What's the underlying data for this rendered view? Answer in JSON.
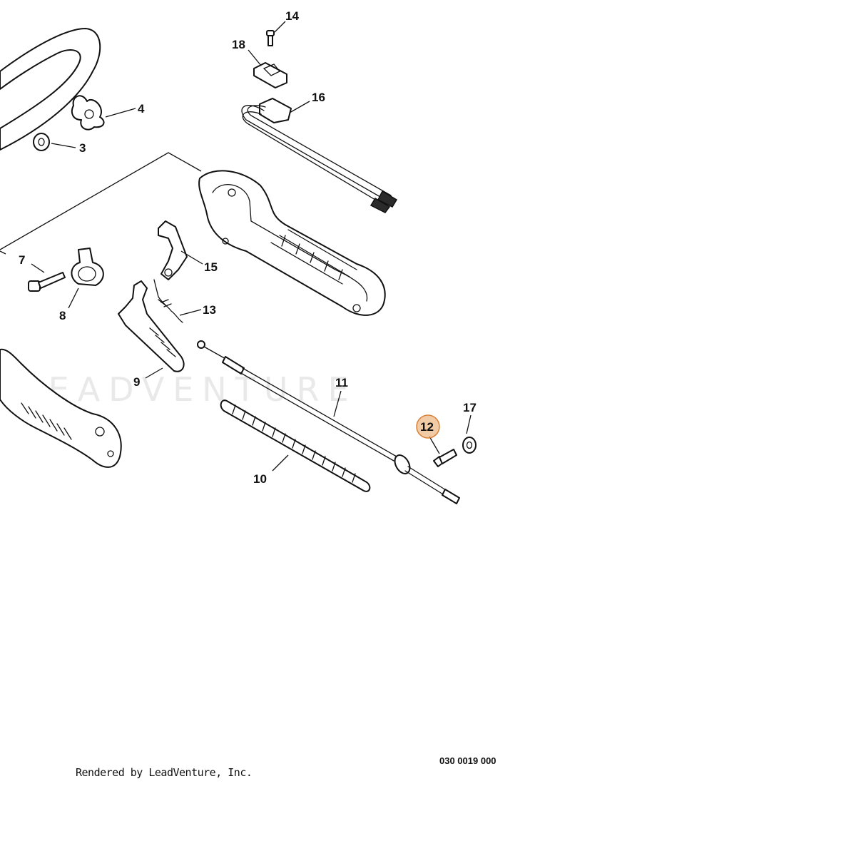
{
  "diagram": {
    "callouts": [
      "3",
      "4",
      "7",
      "8",
      "9",
      "10",
      "11",
      "12",
      "13",
      "14",
      "15",
      "16",
      "17",
      "18"
    ],
    "highlighted_callout": "12",
    "highlight_color": "#e8a86a",
    "watermark": "LEADVENTURE",
    "drawing_number": "030 0019 000",
    "credit": "Rendered by LeadVenture, Inc."
  }
}
